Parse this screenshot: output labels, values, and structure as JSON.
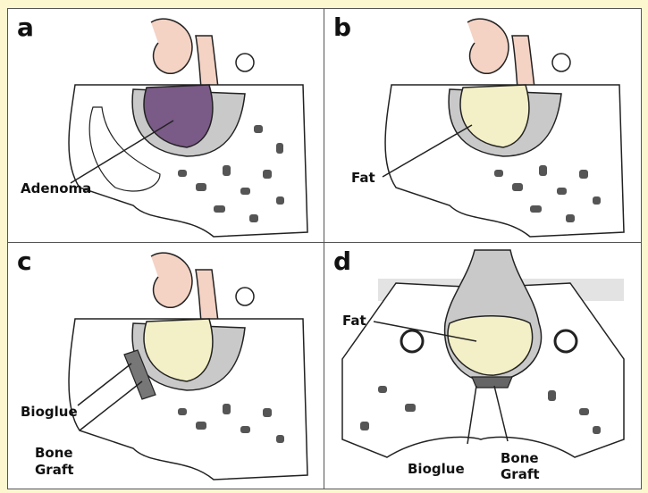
{
  "panels": {
    "a": {
      "letter": "a",
      "labels": {
        "adenoma": "Adenoma"
      }
    },
    "b": {
      "letter": "b",
      "labels": {
        "fat": "Fat"
      }
    },
    "c": {
      "letter": "c",
      "labels": {
        "bioglue": "Bioglue",
        "bone_graft_1": "Bone",
        "bone_graft_2": "Graft"
      }
    },
    "d": {
      "letter": "d",
      "labels": {
        "fat": "Fat",
        "bioglue": "Bioglue",
        "bone_graft_1": "Bone",
        "bone_graft_2": "Graft"
      }
    }
  },
  "colors": {
    "background": "#fdf7cf",
    "adenoma": "#7a5a86",
    "fat": "#f3efc6",
    "gland": "#f4d2c4",
    "bone": "#ffffff",
    "sinus_gray": "#c9c9c9"
  }
}
